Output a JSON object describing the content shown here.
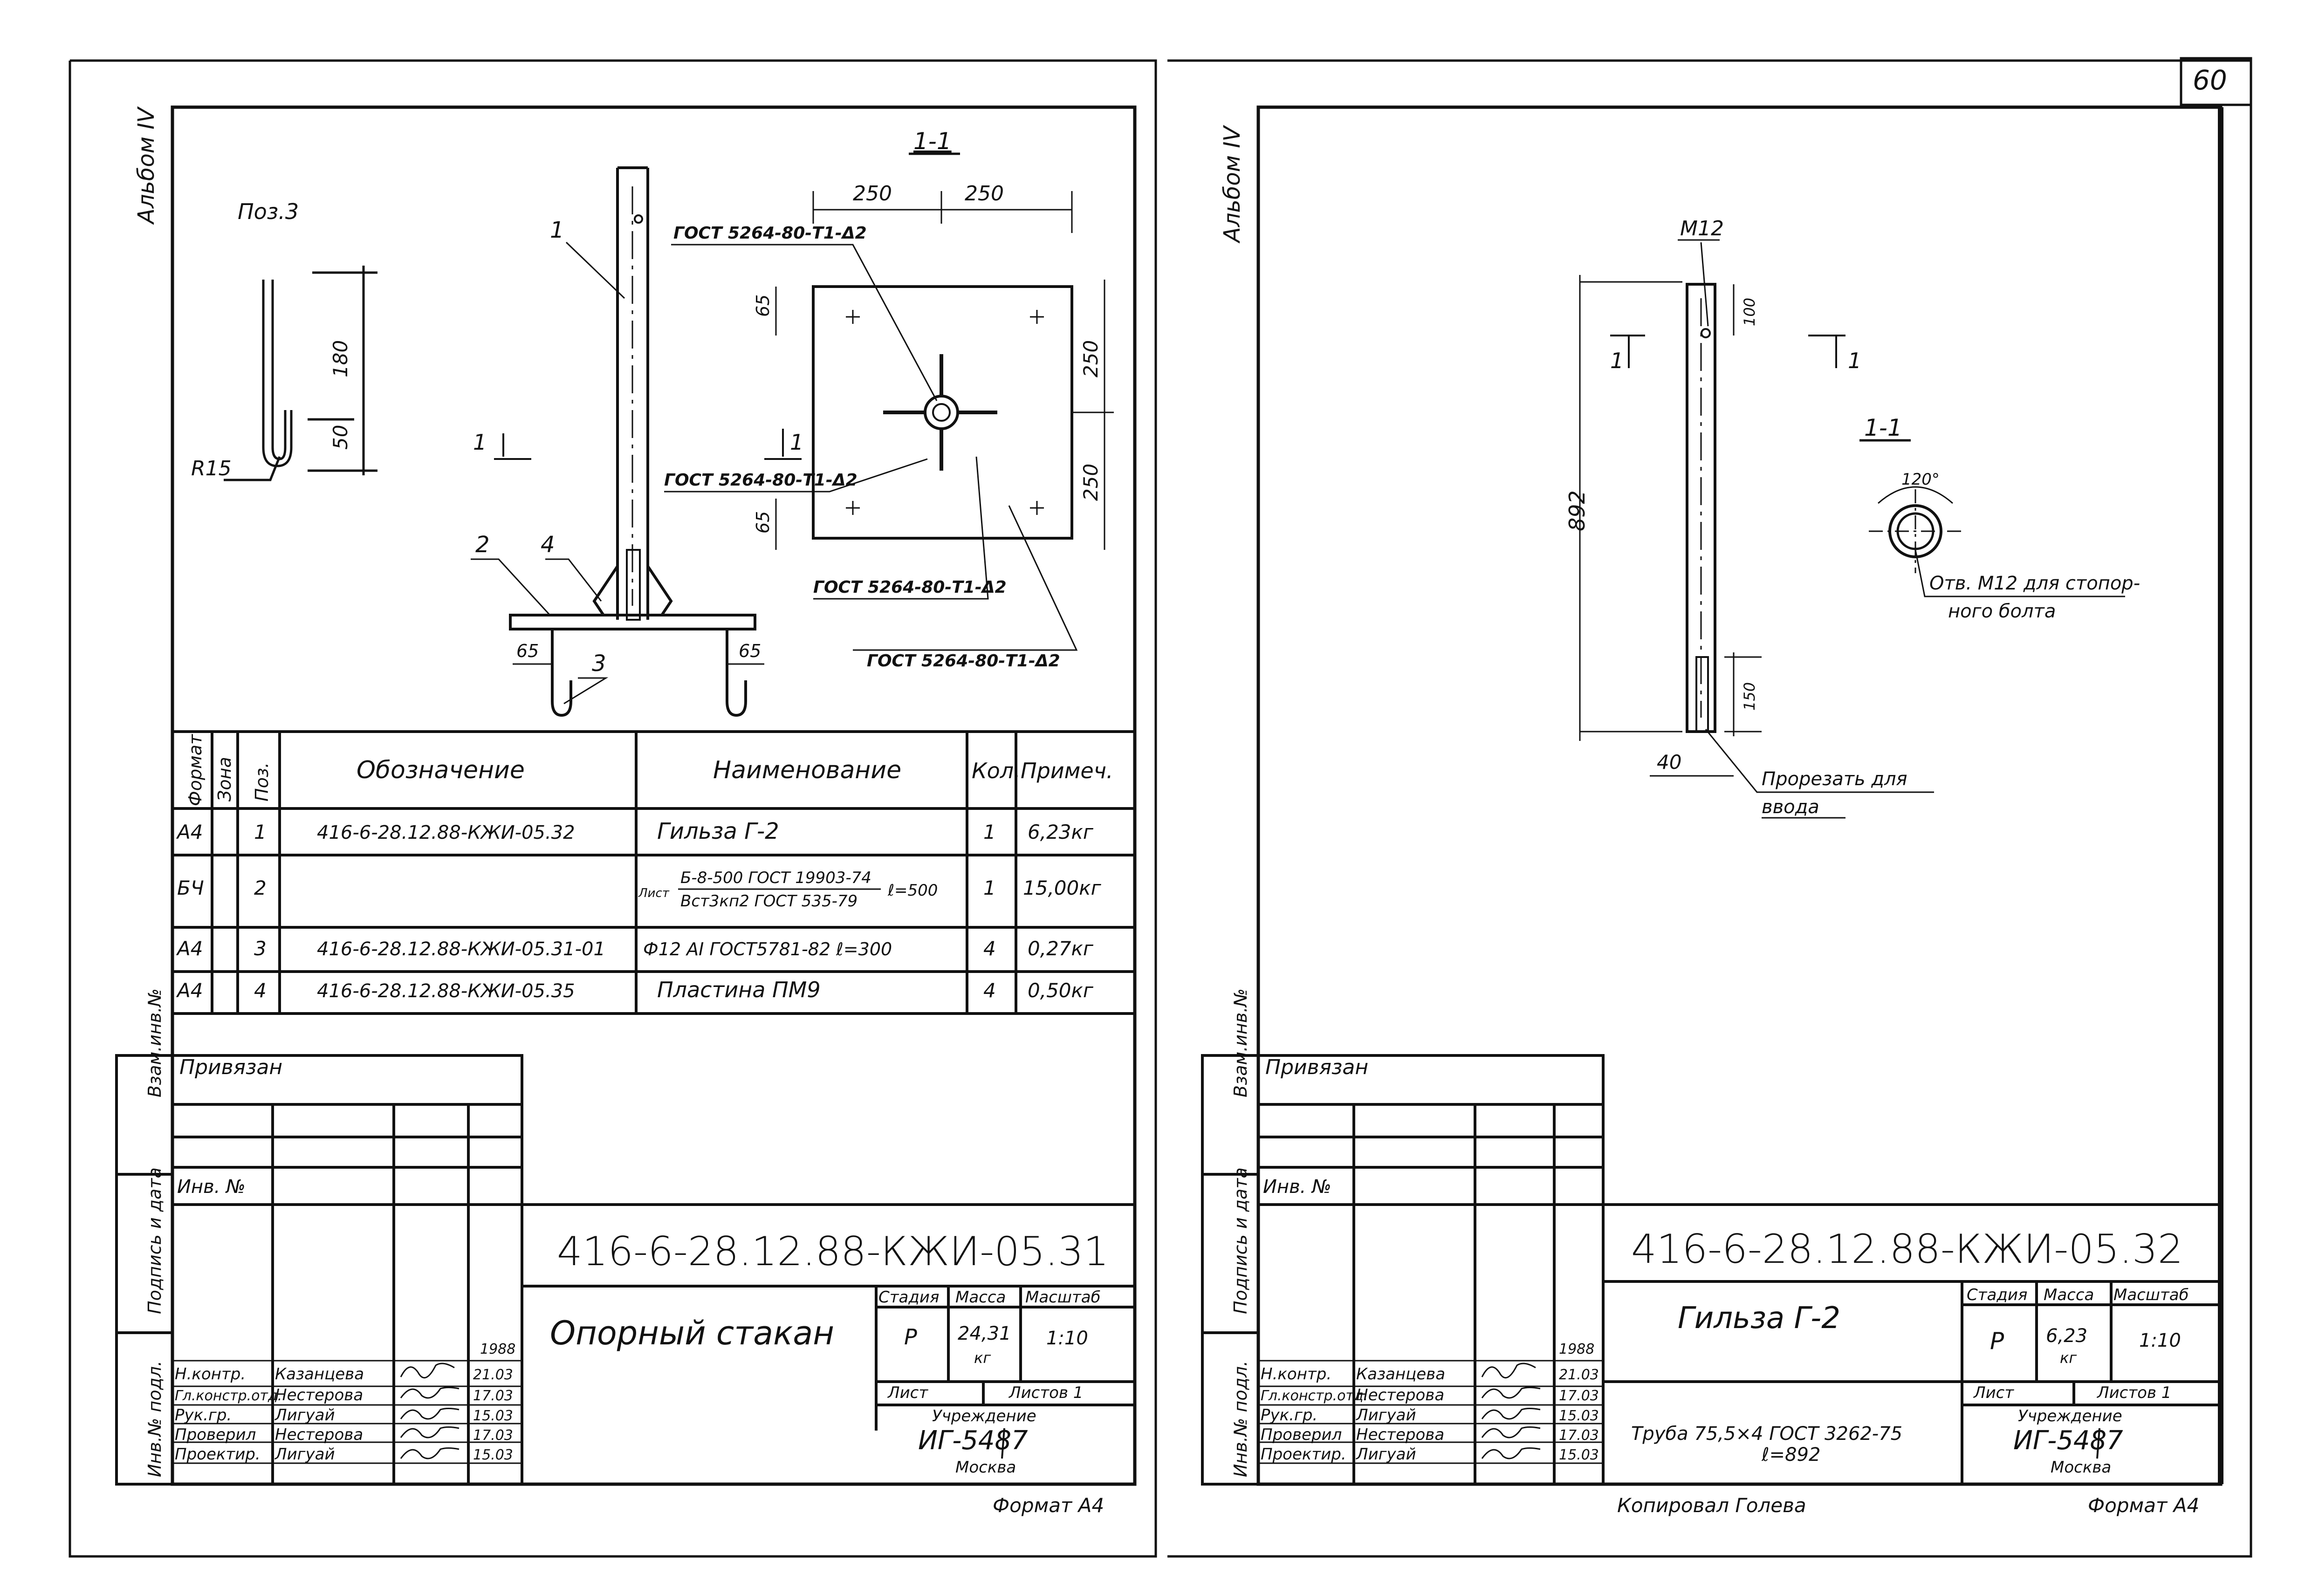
{
  "page_number": "60",
  "left_sheet": {
    "album": "Альбом IV",
    "drawing": {
      "pos3_label": "Поз.3",
      "r15": "R15",
      "dim_180": "180",
      "dim_50": "50",
      "section_mark": "1",
      "section_title": "1-1",
      "dim_250a": "250",
      "dim_250b": "250",
      "dim_250c": "250",
      "dim_250d": "250",
      "dim_65a": "65",
      "dim_65b": "65",
      "dim_65c": "65",
      "dim_65d": "65",
      "gost_1": "ГОСТ 5264-80-Т1-Δ2",
      "gost_2": "ГОСТ 5264-80-Т1-Δ2",
      "gost_3": "ГОСТ 5264-80-Т1-Δ2",
      "gost_4": "ГОСТ 5264-80-Т1-Δ2",
      "callout_1": "1",
      "callout_2": "2",
      "callout_3": "3",
      "callout_4": "4"
    },
    "spec": {
      "headers": [
        "Формат",
        "Зона",
        "Поз.",
        "Обозначение",
        "Наименование",
        "Кол.",
        "Примеч."
      ],
      "rows": [
        {
          "format": "А4",
          "zone": "",
          "pos": "1",
          "designation": "416-6-28.12.88-КЖИ-05.32",
          "name": "Гильза Г-2",
          "qty": "1",
          "note": "6,23кг"
        },
        {
          "format": "БЧ",
          "zone": "",
          "pos": "2",
          "designation": "",
          "name_prefix": "Лист",
          "name_top": "Б-8-500 ГОСТ 19903-74",
          "name_bottom": "Вст3кп2 ГОСТ 535-79",
          "name_suffix": "ℓ=500",
          "qty": "1",
          "note": "15,00кг"
        },
        {
          "format": "А4",
          "zone": "",
          "pos": "3",
          "designation": "416-6-28.12.88-КЖИ-05.31-01",
          "name": "Ф12 АI ГОСТ5781-82  ℓ=300",
          "qty": "4",
          "note": "0,27кг"
        },
        {
          "format": "А4",
          "zone": "",
          "pos": "4",
          "designation": "416-6-28.12.88-КЖИ-05.35",
          "name": "Пластина ПМ9",
          "qty": "4",
          "note": "0,50кг"
        }
      ]
    },
    "stamp": {
      "privyazan": "Привязан",
      "inv_no": "Инв. №",
      "side_1": "Взам.инв.№",
      "side_2": "Подпись и дата",
      "side_3": "Инв.№ подл.",
      "code": "416-6-28.12.88-КЖИ-05.31",
      "title": "Опорный стакан",
      "stadiya_h": "Стадия",
      "massa_h": "Масса",
      "masshtab_h": "Масштаб",
      "stadiya": "Р",
      "massa": "24,31",
      "massa_unit": "кг",
      "masshtab": "1:10",
      "list_h": "Лист",
      "listov_h": "Листов 1",
      "uchr_h": "Учреждение",
      "org": "ИГ-548",
      "org_no": "7",
      "city": "Москва",
      "year": "1988",
      "people": [
        {
          "role": "Н.контр.",
          "name": "Казанцева",
          "date": "21.03"
        },
        {
          "role": "Гл.констр.отд.",
          "name": "Нестерова",
          "date": "17.03"
        },
        {
          "role": "Рук.гр.",
          "name": "Лигуай",
          "date": "15.03"
        },
        {
          "role": "Проверил",
          "name": "Нестерова",
          "date": "17.03"
        },
        {
          "role": "Проектир.",
          "name": "Лигуай",
          "date": "15.03"
        }
      ],
      "format": "Формат А4"
    }
  },
  "right_sheet": {
    "album": "Альбом IV",
    "drawing": {
      "m12": "М12",
      "dim_100": "100",
      "dim_892": "892",
      "dim_150": "150",
      "dim_40": "40",
      "section_mark": "1",
      "section_title": "1-1",
      "angle": "120°",
      "note_hole_1": "Отв. М12 для стопор-",
      "note_hole_2": "ного болта",
      "note_cut_1": "Прорезать для",
      "note_cut_2": "ввода"
    },
    "stamp": {
      "privyazan": "Привязан",
      "inv_no": "Инв. №",
      "side_1": "Взам.инв.№",
      "side_2": "Подпись и дата",
      "side_3": "Инв.№ подл.",
      "code": "416-6-28.12.88-КЖИ-05.32",
      "title": "Гильза Г-2",
      "material_1": "Труба  75,5×4  ГОСТ 3262-75",
      "material_2": "ℓ=892",
      "stadiya_h": "Стадия",
      "massa_h": "Масса",
      "masshtab_h": "Масштаб",
      "stadiya": "Р",
      "massa": "6,23",
      "massa_unit": "кг",
      "masshtab": "1:10",
      "list_h": "Лист",
      "listov_h": "Листов 1",
      "uchr_h": "Учреждение",
      "org": "ИГ-548",
      "org_no": "7",
      "city": "Москва",
      "year": "1988",
      "people": [
        {
          "role": "Н.контр.",
          "name": "Казанцева",
          "date": "21.03"
        },
        {
          "role": "Гл.констр.отд.",
          "name": "Нестерова",
          "date": "17.03"
        },
        {
          "role": "Рук.гр.",
          "name": "Лигуай",
          "date": "15.03"
        },
        {
          "role": "Проверил",
          "name": "Нестерова",
          "date": "17.03"
        },
        {
          "role": "Проектир.",
          "name": "Лигуай",
          "date": "15.03"
        }
      ],
      "copy": "Копировал Голева",
      "format": "Формат А4"
    }
  }
}
